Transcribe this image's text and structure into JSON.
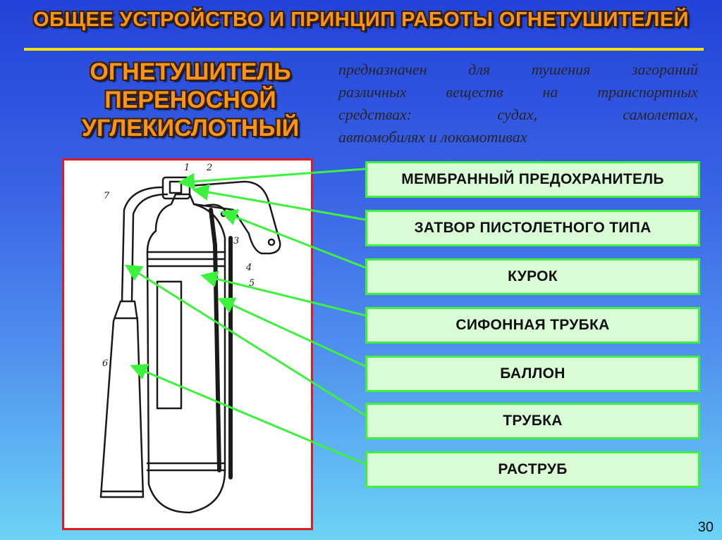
{
  "slide": {
    "title": "ОБЩЕЕ УСТРОЙСТВО И ПРИНЦИП РАБОТЫ ОГНЕТУШИТЕЛЕЙ",
    "subtitle_lines": [
      "ОГНЕТУШИТЕЛЬ",
      "ПЕРЕНОСНОЙ",
      "УГЛЕКИСЛОТНЫЙ"
    ],
    "description_lines": [
      "предназначен для тушения загораний",
      "различных веществ на транспортных",
      "средствах: судах, самолетах,",
      "автомобилях и локомотивах"
    ],
    "page_number": "30"
  },
  "parts": [
    {
      "label": "МЕМБРАННЫЙ ПРЕДОХРАНИТЕЛЬ"
    },
    {
      "label": "ЗАТВОР ПИСТОЛЕТНОГО ТИПА"
    },
    {
      "label": "КУРОК"
    },
    {
      "label": "СИФОННАЯ ТРУБКА"
    },
    {
      "label": "БАЛЛОН"
    },
    {
      "label": "ТРУБКА"
    },
    {
      "label": "РАСТРУБ"
    }
  ],
  "drawing_numbers": [
    "1",
    "2",
    "3",
    "4",
    "5",
    "6",
    "7"
  ],
  "colors": {
    "heading": "#f7941d",
    "rule": "#ffe300",
    "label_fill": "#d9fbd6",
    "label_border": "#3df23d",
    "arrow": "#3df23d",
    "figure_border": "#e11b1b"
  }
}
